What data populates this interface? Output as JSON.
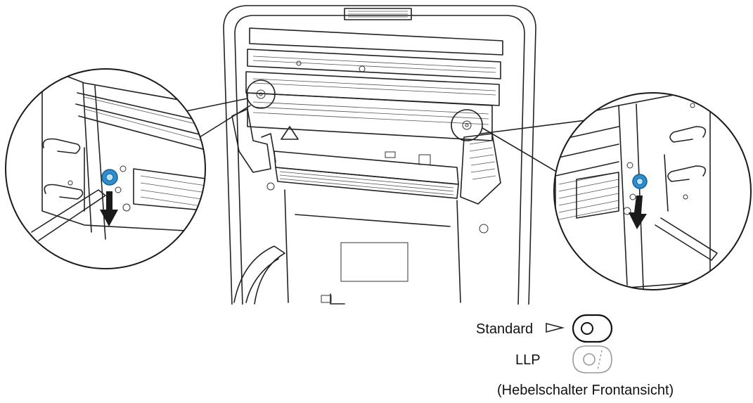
{
  "figure": {
    "standard_label": "Standard",
    "llp_label": "LLP",
    "caption": "(Hebelschalter Frontansicht)"
  },
  "colors": {
    "lever_highlight": "#2b8fd0",
    "line": "#222222",
    "background": "#ffffff"
  },
  "icons": [
    "down-arrow-icon",
    "triangle-pointer-icon",
    "lever-switch-icon",
    "warning-triangle-icon"
  ]
}
